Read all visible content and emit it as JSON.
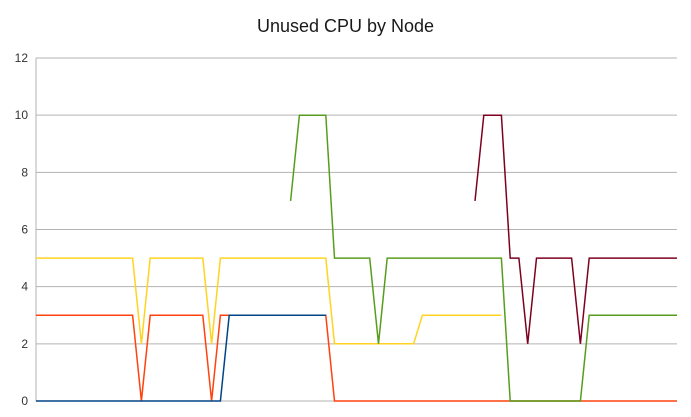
{
  "chart_data": {
    "type": "line",
    "title": "Unused CPU by Node",
    "xlabel": "",
    "ylabel": "",
    "ylim": [
      0,
      12
    ],
    "yticks": [
      "0",
      "2",
      "4",
      "6",
      "8",
      "10",
      "12"
    ],
    "xlim": [
      0,
      73
    ],
    "grid": true,
    "legend": "none",
    "series": [
      {
        "color": "#ffd320",
        "points": [
          [
            0,
            5
          ],
          [
            11,
            5
          ],
          [
            12,
            2
          ],
          [
            13,
            5
          ],
          [
            19,
            5
          ],
          [
            20,
            2
          ],
          [
            21,
            5
          ],
          [
            33,
            5
          ],
          [
            34,
            2
          ],
          [
            43,
            2
          ],
          [
            44,
            3
          ],
          [
            53,
            3
          ]
        ]
      },
      {
        "color": "#ff420e",
        "points": [
          [
            0,
            3
          ],
          [
            11,
            3
          ],
          [
            12,
            0
          ],
          [
            13,
            3
          ],
          [
            19,
            3
          ],
          [
            20,
            0
          ],
          [
            21,
            3
          ],
          [
            33,
            3
          ],
          [
            34,
            0
          ],
          [
            73,
            0
          ]
        ]
      },
      {
        "color": "#004586",
        "points": [
          [
            0,
            0
          ],
          [
            21,
            0
          ],
          [
            22,
            3
          ],
          [
            33,
            3
          ]
        ]
      },
      {
        "color": "#579d1c",
        "points": [
          [
            29,
            7
          ],
          [
            30,
            10
          ],
          [
            33,
            10
          ],
          [
            34,
            5
          ],
          [
            38,
            5
          ],
          [
            39,
            2
          ],
          [
            40,
            5
          ],
          [
            53,
            5
          ],
          [
            54,
            0
          ],
          [
            62,
            0
          ],
          [
            63,
            3
          ],
          [
            73,
            3
          ]
        ]
      },
      {
        "color": "#7e0021",
        "points": [
          [
            50,
            7
          ],
          [
            51,
            10
          ],
          [
            53,
            10
          ],
          [
            54,
            5
          ],
          [
            55,
            5
          ],
          [
            56,
            2
          ],
          [
            57,
            5
          ],
          [
            61,
            5
          ],
          [
            62,
            2
          ],
          [
            63,
            5
          ],
          [
            73,
            5
          ]
        ]
      }
    ]
  }
}
